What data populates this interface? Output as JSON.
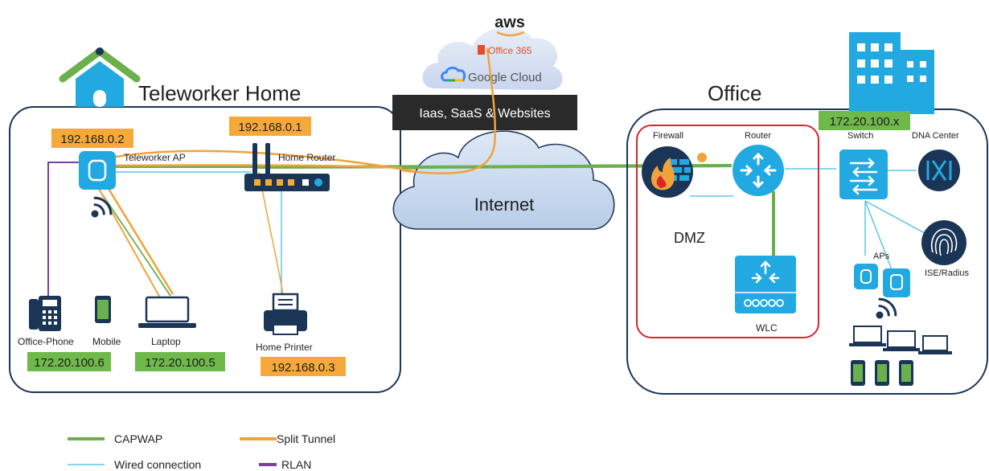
{
  "home": {
    "title": "Teleworker Home",
    "ap_label": "Teleworker AP",
    "ap_ip": "192.168.0.2",
    "router_label": "Home Router",
    "router_ip": "192.168.0.1",
    "phone_label": "Office-Phone",
    "phone_ip": "172.20.100.6",
    "mobile_label": "Mobile",
    "laptop_label": "Laptop",
    "laptop_ip": "172.20.100.5",
    "printer_label": "Home Printer",
    "printer_ip": "192.168.0.3"
  },
  "cloud": {
    "aws": "aws",
    "office365": "Office 365",
    "google": "Google Cloud",
    "services_banner": "Iaas, SaaS & Websites",
    "internet": "Internet"
  },
  "office": {
    "title": "Office",
    "subnet": "172.20.100.x",
    "firewall": "Firewall",
    "router": "Router",
    "switch": "Switch",
    "dna": "DNA Center",
    "dmz": "DMZ",
    "wlc": "WLC",
    "aps": "APs",
    "ise": "ISE/Radius"
  },
  "legend": {
    "capwap": "CAPWAP",
    "split": "Split Tunnel",
    "wired": "Wired connection",
    "rlan": "RLAN"
  },
  "colors": {
    "capwap": "#6ab04c",
    "split": "#f0a33a",
    "wired": "#5bc8e8",
    "rlan": "#7b3fa0",
    "ip_home": "#f5a93a",
    "ip_office": "#6fb84a",
    "device_blue": "#23a9e1",
    "navy": "#1b3556",
    "dmz_border": "#d8262d"
  }
}
